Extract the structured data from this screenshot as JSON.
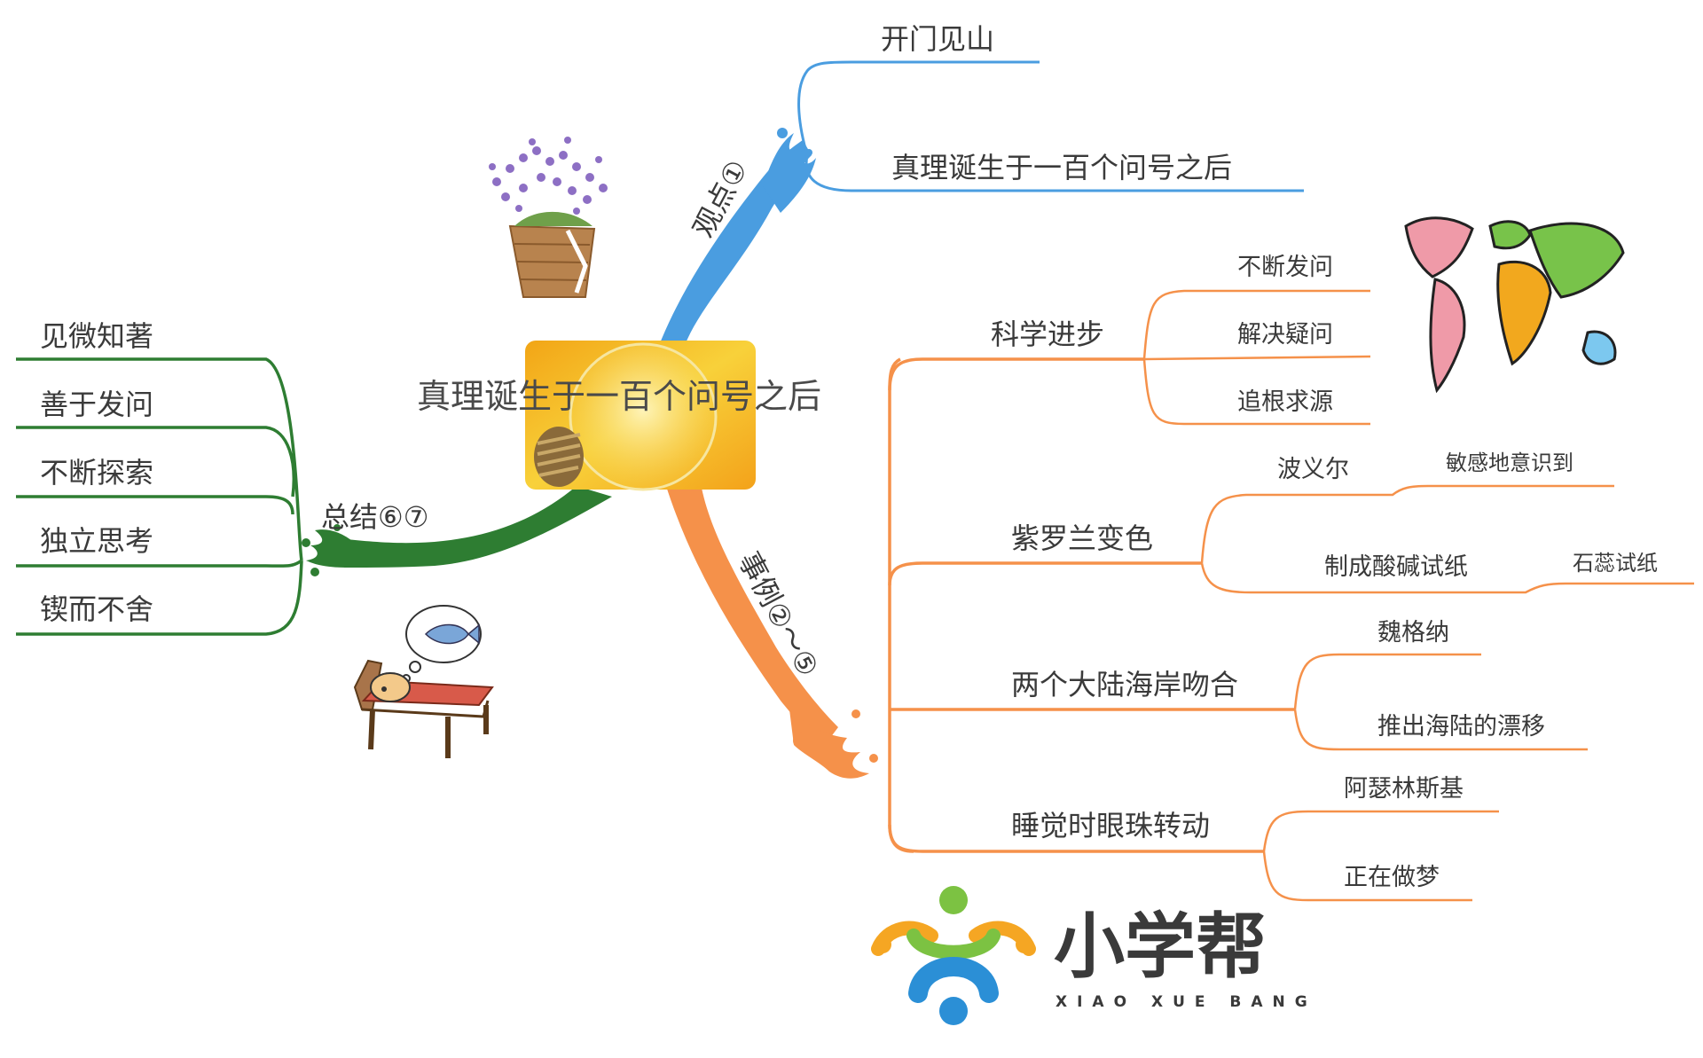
{
  "central_topic": "真理诞生于一百个问号之后",
  "branches": {
    "viewpoint": {
      "label": "观点①",
      "color": "#4a9de0",
      "items": [
        "开门见山",
        "真理诞生于一百个问号之后"
      ]
    },
    "examples": {
      "label": "事例②～⑤",
      "color": "#f5914a",
      "groups": [
        {
          "title": "科学进步",
          "items": [
            "不断发问",
            "解决疑问",
            "追根求源"
          ]
        },
        {
          "title": "紫罗兰变色",
          "items": [
            "波义尔",
            "敏感地意识到",
            "制成酸碱试纸",
            "石蕊试纸"
          ]
        },
        {
          "title": "两个大陆海岸吻合",
          "items": [
            "魏格纳",
            "推出海陆的漂移"
          ]
        },
        {
          "title": "睡觉时眼珠转动",
          "items": [
            "阿瑟林斯基",
            "正在做梦"
          ]
        }
      ]
    },
    "summary": {
      "label": "总结⑥⑦",
      "color": "#2e7d32",
      "items": [
        "见微知著",
        "善于发问",
        "不断探索",
        "独立思考",
        "锲而不舍"
      ]
    }
  },
  "logo": {
    "name": "小学帮",
    "pinyin": "XIAO XUE BANG",
    "colors": [
      "#f5a623",
      "#7cc242",
      "#2b8fd6"
    ]
  },
  "decorations": [
    "flower-basket-image",
    "world-map-image",
    "sleeping-cat-image",
    "light-bulb-image"
  ]
}
